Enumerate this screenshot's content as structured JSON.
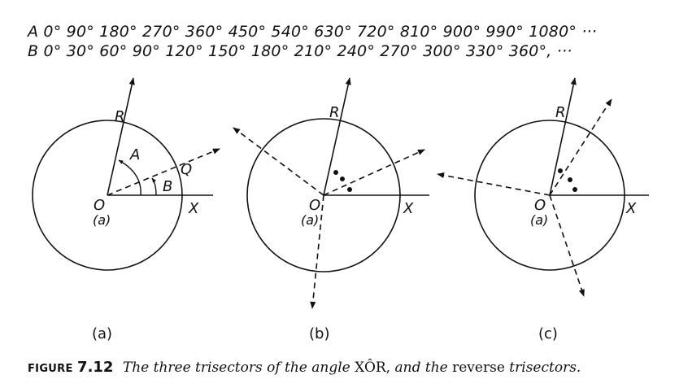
{
  "sequences": {
    "a": "A 0° 90° 180° 270° 360° 450° 540° 630° 720° 810° 900° 990° 1080° ···",
    "b": "B 0° 30°  60°   90°  120°  150°  180°  210° 240° 270° 300° 330°  360°, ···"
  },
  "labels": {
    "R": "R",
    "O": "O",
    "X": "X",
    "A": "A",
    "B": "B",
    "Q": "Q",
    "inner_a": "(a)"
  },
  "subfigures": {
    "a": "(a)",
    "b": "(b)",
    "c": "(c)"
  },
  "caption": {
    "label": "FIGURE",
    "number": "7.12",
    "text1": "The three trisectors of the angle",
    "angle": "XÔR,",
    "text2": "and the",
    "text3": "reverse",
    "text4": "trisectors."
  }
}
